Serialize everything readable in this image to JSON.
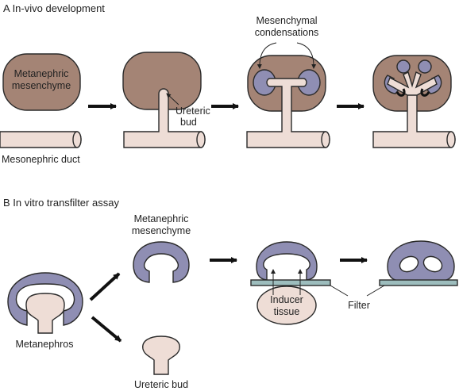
{
  "panel_a": {
    "title": "A  In-vivo development",
    "metanephric_mesenchyme_l1": "Metanephric",
    "metanephric_mesenchyme_l2": "mesenchyme",
    "ureteric_bud_l1": "Ureteric",
    "ureteric_bud_l2": "bud",
    "condensations_l1": "Mesenchymal",
    "condensations_l2": "condensations",
    "mesonephric_duct": "Mesonephric duct"
  },
  "panel_b": {
    "title": "B  In vitro transfilter assay",
    "metanephric_mesenchyme_l1": "Metanephric",
    "metanephric_mesenchyme_l2": "mesenchyme",
    "metanephros": "Metanephros",
    "ureteric_bud": "Ureteric bud",
    "inducer_l1": "Inducer",
    "inducer_l2": "tissue",
    "filter": "Filter"
  },
  "colors": {
    "mesenchyme_brown": "#a48475",
    "mesenchyme_purple": "#8f8eb3",
    "bud_tissue": "#eeddd6",
    "filter_teal": "#9dbdbd",
    "arrow": "#111111"
  }
}
